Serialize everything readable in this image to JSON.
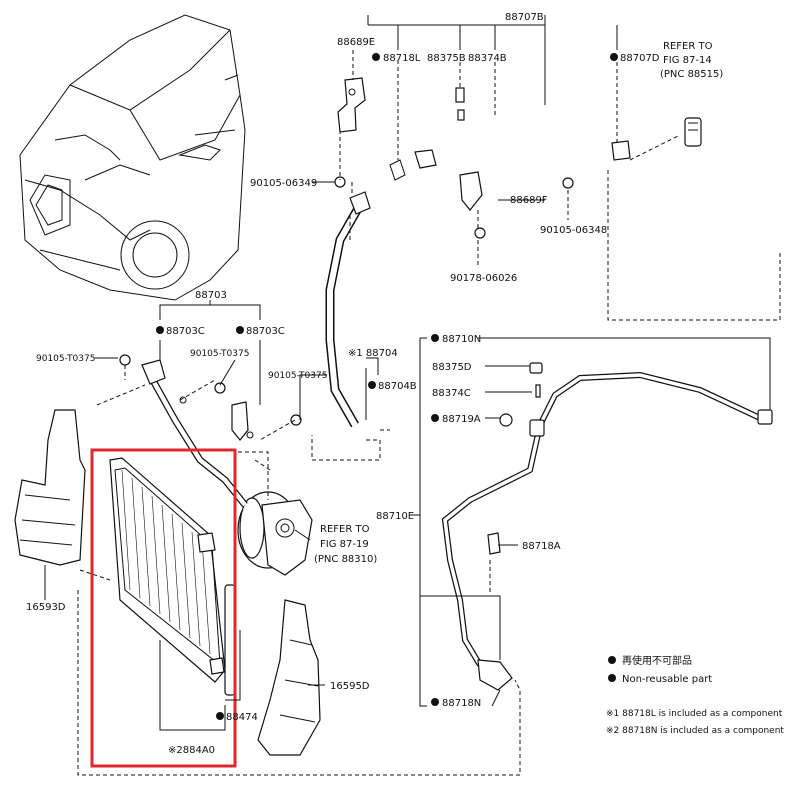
{
  "part_numbers": {
    "p88707B": "88707B",
    "p88689E": "88689E",
    "p88718L": "88718L",
    "p88375B": "88375B",
    "p88374B": "88374B",
    "p88707D": "88707D",
    "refer_top_1": "REFER TO",
    "refer_top_2": "FIG 87-14",
    "refer_top_3": "(PNC 88515)",
    "p90105_06349": "90105-06349",
    "p88689F": "88689F",
    "p90105_06348": "90105-06348",
    "p90178_06026": "90178-06026",
    "p88703": "88703",
    "p88703C_a": "88703C",
    "p88703C_b": "88703C",
    "p90105_T0375_a": "90105-T0375",
    "p90105_T0375_b": "90105-T0375",
    "p90105_T0375_c": "90105-T0375",
    "p88704": "※1 88704",
    "p88704B": "88704B",
    "p88710N": "88710N",
    "p88375D": "88375D",
    "p88374C": "88374C",
    "p88719A": "88719A",
    "p88710E": "88710E",
    "p88718A": "88718A",
    "refer_mid_1": "REFER TO",
    "refer_mid_2": "FIG 87-19",
    "refer_mid_3": "(PNC 88310)",
    "p16593D": "16593D",
    "p16595D": "16595D",
    "p88474": "88474",
    "p884A0": "※2884A0",
    "p88718N": "88718N"
  },
  "legend": {
    "line1": "再使用不可部品",
    "line2": "Non-reusable part",
    "note1": "※1 88718L is included as a component",
    "note2": "※2 88718N is included as a component"
  },
  "colors": {
    "highlight": "#e0262e",
    "ink": "#111111"
  }
}
